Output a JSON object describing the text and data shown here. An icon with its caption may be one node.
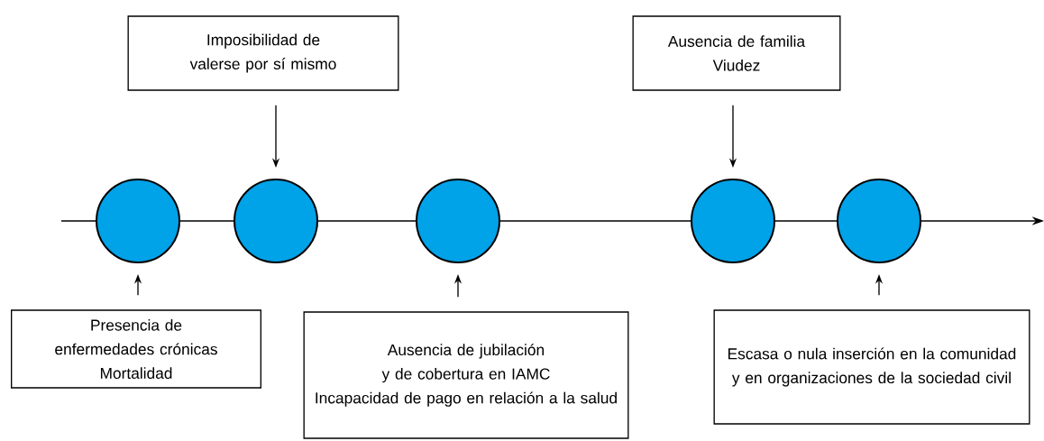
{
  "diagram": {
    "nodes": [
      {
        "text": [
          "Imposibilidad de valerse por sí mismo"
        ]
      },
      {
        "text": [
          "Ausencia de familia",
          "Viudez"
        ]
      },
      {
        "text": [],
        "shape": "circle"
      },
      {
        "text": [],
        "shape": "circle"
      },
      {
        "text": [],
        "shape": "circle"
      },
      {
        "text": [],
        "shape": "circle"
      },
      {
        "text": [],
        "shape": "circle"
      },
      {
        "text": [
          "Presencia de enfermedades crónicas",
          "Mortalidad"
        ]
      },
      {
        "text": [
          "Ausencia de jubilación y de cobertura en IAMC",
          "Incapacidad de pago en relación a la salud"
        ]
      },
      {
        "text": [
          "Escasa o nula inserción en la comunidad y en organizaciones de la sociedad civil"
        ]
      }
    ],
    "edges": [
      {
        "from": 0,
        "to": 3,
        "arrow": "to"
      },
      {
        "from": 1,
        "to": 5,
        "arrow": "to"
      },
      {
        "from": 7,
        "to": 2,
        "arrow": "to"
      },
      {
        "from": 8,
        "to": 4,
        "arrow": "to"
      },
      {
        "from": 9,
        "to": 6,
        "arrow": "to"
      }
    ]
  }
}
